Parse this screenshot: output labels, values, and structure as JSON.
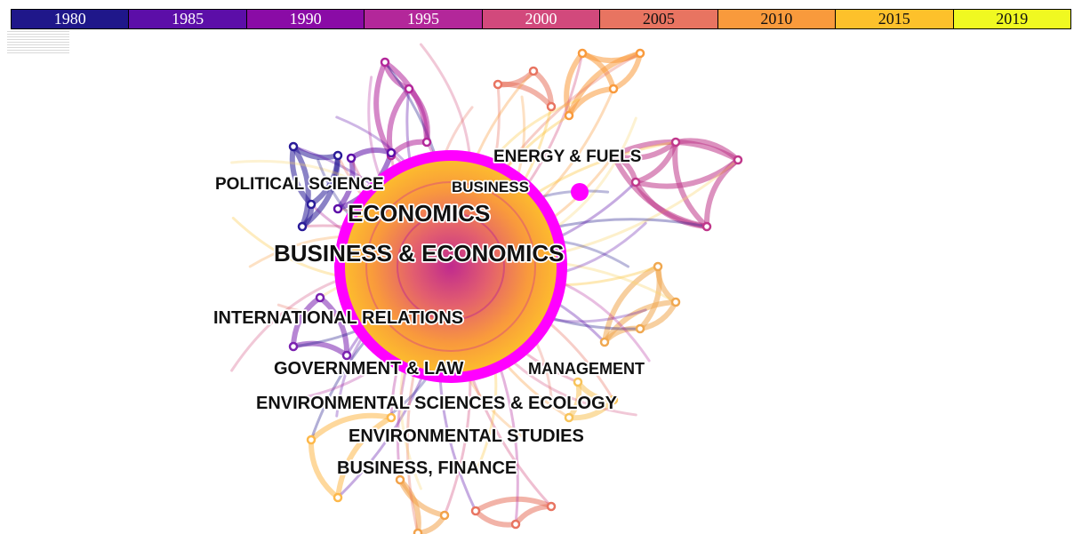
{
  "timeline": {
    "years": [
      "1980",
      "1985",
      "1990",
      "1995",
      "2000",
      "2005",
      "2010",
      "2015",
      "2019"
    ],
    "colors": [
      "#1f178a",
      "#5c0ea8",
      "#8a0ba6",
      "#b3279a",
      "#d2497c",
      "#e87461",
      "#f99a3c",
      "#fdc12b",
      "#f0f921"
    ],
    "text_colors": [
      "#ffffff",
      "#ffffff",
      "#ffffff",
      "#ffffff",
      "#ffffff",
      "#111111",
      "#111111",
      "#111111",
      "#111111"
    ]
  },
  "network": {
    "labels": [
      {
        "text": "ENERGY & FUELS",
        "size": "medium"
      },
      {
        "text": "POLITICAL SCIENCE",
        "size": "medium"
      },
      {
        "text": "BUSINESS",
        "size": "small"
      },
      {
        "text": "ECONOMICS",
        "size": "large"
      },
      {
        "text": "BUSINESS & ECONOMICS",
        "size": "large"
      },
      {
        "text": "INTERNATIONAL RELATIONS",
        "size": "medium"
      },
      {
        "text": "GOVERNMENT & LAW",
        "size": "medium"
      },
      {
        "text": "MANAGEMENT",
        "size": "small"
      },
      {
        "text": "ENVIRONMENTAL SCIENCES & ECOLOGY",
        "size": "medium"
      },
      {
        "text": "ENVIRONMENTAL STUDIES",
        "size": "medium"
      },
      {
        "text": "BUSINESS, FINANCE",
        "size": "medium"
      }
    ],
    "hub_ring_color": "#ff00ff"
  }
}
